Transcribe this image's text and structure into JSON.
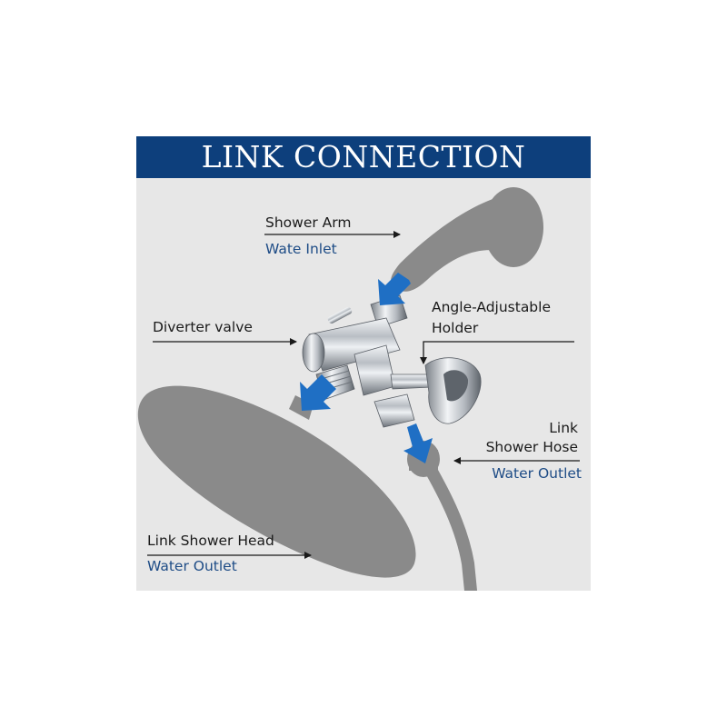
{
  "title": "LINK CONNECTION",
  "labels": {
    "shower_arm": "Shower Arm",
    "shower_arm_flow": "Wate Inlet",
    "diverter": "Diverter valve",
    "holder_line1": "Angle-Adjustable",
    "holder_line2": "Holder",
    "hose_line1": "Link",
    "hose_line2": "Shower Hose",
    "hose_flow": "Water Outlet",
    "head": "Link Shower Head",
    "head_flow": "Water Outlet"
  },
  "colors": {
    "banner": "#0d3f7c",
    "background": "#e7e7e7",
    "silhouette": "#8a8a8a",
    "flow_arrow": "#1f6fc4",
    "flow_text": "#1e4c86"
  }
}
